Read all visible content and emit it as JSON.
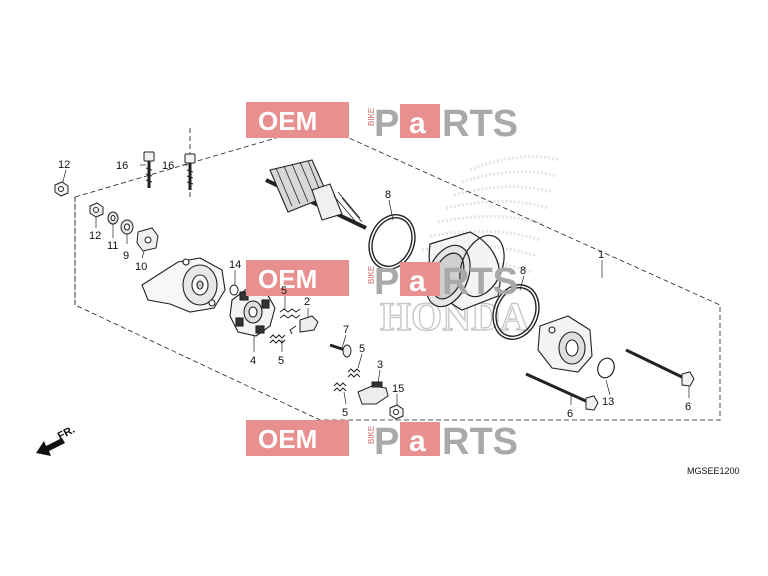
{
  "watermark": {
    "oem": "OEM",
    "bike": "BIKE",
    "parts_p": "P",
    "parts_a": "a",
    "parts_rts": "RTS",
    "oem_color": "#e88f8f",
    "parts_color": "#a9a9a9"
  },
  "background_logo": {
    "text": "HONDA",
    "icon": "honda-wing-icon"
  },
  "front_arrow": {
    "label": "FR.",
    "icon": "arrow-down-left-icon"
  },
  "drawing_code": "MGSEE1200",
  "callouts": [
    "12",
    "16",
    "16",
    "12",
    "11",
    "9",
    "10",
    "14",
    "5",
    "2",
    "4",
    "5",
    "7",
    "5",
    "3",
    "5",
    "15",
    "8",
    "8",
    "1",
    "13",
    "6",
    "6"
  ]
}
